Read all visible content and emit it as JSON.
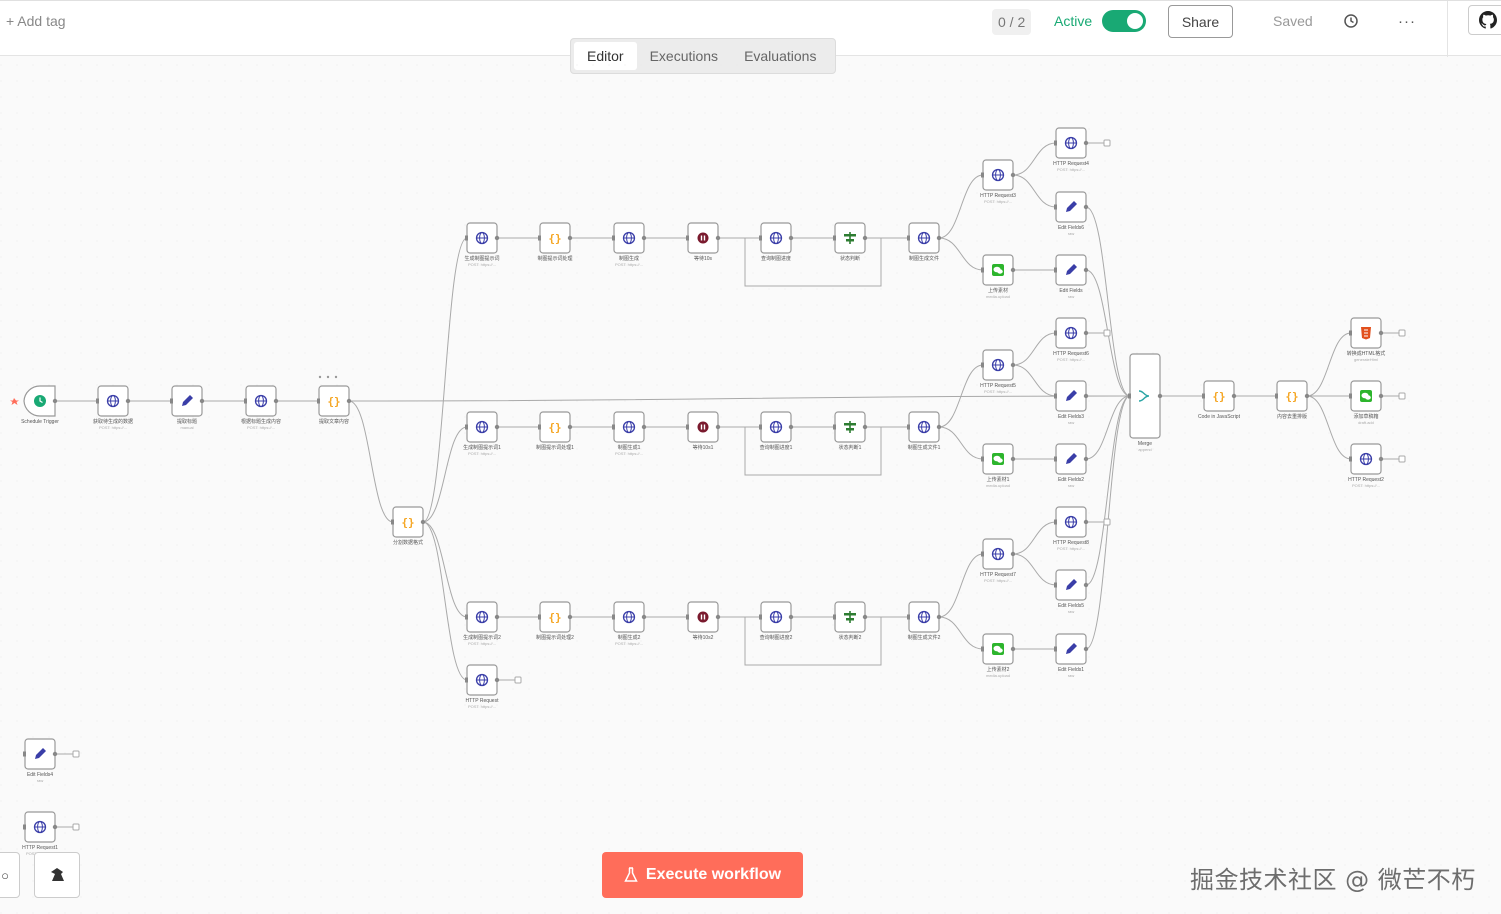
{
  "topbar": {
    "add_tag": "+ Add tag",
    "counter": "0 / 2",
    "active_label": "Active",
    "active": true,
    "share_label": "Share",
    "saved_label": "Saved",
    "more_label": "···"
  },
  "tabs": [
    {
      "label": "Editor",
      "active": true
    },
    {
      "label": "Executions",
      "active": false
    },
    {
      "label": "Evaluations",
      "active": false
    }
  ],
  "execute_label": "Execute workflow",
  "watermark": "掘金技术社区 @ 微芒不朽",
  "colors": {
    "accent": "#ff6d5a",
    "active": "#19a974",
    "http": "#3a3ea8",
    "code": "#f5a623",
    "wait": "#7a1a2e",
    "filter": "#2e7d32",
    "wechat": "#2db52d",
    "html": "#e2501d",
    "trigger": "#19a974"
  },
  "nodes": [
    {
      "id": "n1",
      "type": "trigger",
      "label": "Schedule Trigger",
      "sub": ""
    },
    {
      "id": "n2",
      "type": "http",
      "label": "获取待生成的数据",
      "sub": "POST: https://..."
    },
    {
      "id": "n3",
      "type": "edit",
      "label": "提取标题",
      "sub": "manual"
    },
    {
      "id": "n4",
      "type": "http",
      "label": "根据标题生成内容",
      "sub": "POST: https://..."
    },
    {
      "id": "n5",
      "type": "code",
      "label": "提取文章内容",
      "sub": ""
    },
    {
      "id": "n6",
      "type": "code",
      "label": "分割数据格式",
      "sub": ""
    },
    {
      "id": "a1",
      "type": "http",
      "label": "生成制图提示词",
      "sub": "POST: https://..."
    },
    {
      "id": "a2",
      "type": "code",
      "label": "制图提示词处理",
      "sub": ""
    },
    {
      "id": "a3",
      "type": "http",
      "label": "制图生成",
      "sub": "POST: https://..."
    },
    {
      "id": "a4",
      "type": "wait",
      "label": "等待10s",
      "sub": ""
    },
    {
      "id": "a5",
      "type": "http",
      "label": "查询制图进度",
      "sub": ""
    },
    {
      "id": "a6",
      "type": "filter",
      "label": "状态判断",
      "sub": ""
    },
    {
      "id": "a7",
      "type": "http",
      "label": "制图生成文件",
      "sub": ""
    },
    {
      "id": "b1",
      "type": "http",
      "label": "生成制图提示词1",
      "sub": "POST: https://..."
    },
    {
      "id": "b2",
      "type": "code",
      "label": "制图提示词处理1",
      "sub": ""
    },
    {
      "id": "b3",
      "type": "http",
      "label": "制图生成1",
      "sub": "POST: https://..."
    },
    {
      "id": "b4",
      "type": "wait",
      "label": "等待10s1",
      "sub": ""
    },
    {
      "id": "b5",
      "type": "http",
      "label": "查询制图进度1",
      "sub": ""
    },
    {
      "id": "b6",
      "type": "filter",
      "label": "状态判断1",
      "sub": ""
    },
    {
      "id": "b7",
      "type": "http",
      "label": "制图生成文件1",
      "sub": ""
    },
    {
      "id": "c1",
      "type": "http",
      "label": "生成制图提示词2",
      "sub": "POST: https://..."
    },
    {
      "id": "c2",
      "type": "code",
      "label": "制图提示词处理2",
      "sub": ""
    },
    {
      "id": "c3",
      "type": "http",
      "label": "制图生成2",
      "sub": "POST: https://..."
    },
    {
      "id": "c4",
      "type": "wait",
      "label": "等待10s2",
      "sub": ""
    },
    {
      "id": "c5",
      "type": "http",
      "label": "查询制图进度2",
      "sub": ""
    },
    {
      "id": "c6",
      "type": "filter",
      "label": "状态判断2",
      "sub": ""
    },
    {
      "id": "c7",
      "type": "http",
      "label": "制图生成文件2",
      "sub": ""
    },
    {
      "id": "hr",
      "type": "http",
      "label": "HTTP Request",
      "sub": "POST: https://..."
    },
    {
      "id": "r3",
      "type": "http",
      "label": "HTTP Request3",
      "sub": "POST: https://..."
    },
    {
      "id": "r4",
      "type": "http",
      "label": "HTTP Request4",
      "sub": "POST: https://..."
    },
    {
      "id": "e6",
      "type": "edit",
      "label": "Edit Fields6",
      "sub": "raw"
    },
    {
      "id": "w0",
      "type": "wechat",
      "label": "上传素材",
      "sub": "media.upload"
    },
    {
      "id": "ef",
      "type": "edit",
      "label": "Edit Fields",
      "sub": "raw"
    },
    {
      "id": "r5",
      "type": "http",
      "label": "HTTP Request5",
      "sub": "POST: https://..."
    },
    {
      "id": "r6",
      "type": "http",
      "label": "HTTP Request6",
      "sub": "POST: https://..."
    },
    {
      "id": "e3",
      "type": "edit",
      "label": "Edit Fields3",
      "sub": "raw"
    },
    {
      "id": "w1",
      "type": "wechat",
      "label": "上传素材1",
      "sub": "media.upload"
    },
    {
      "id": "e2",
      "type": "edit",
      "label": "Edit Fields2",
      "sub": "raw"
    },
    {
      "id": "r7",
      "type": "http",
      "label": "HTTP Request7",
      "sub": "POST: https://..."
    },
    {
      "id": "r8",
      "type": "http",
      "label": "HTTP Request8",
      "sub": "POST: https://..."
    },
    {
      "id": "e5",
      "type": "edit",
      "label": "Edit Fields5",
      "sub": "raw"
    },
    {
      "id": "w2",
      "type": "wechat",
      "label": "上传素材2",
      "sub": "media.upload"
    },
    {
      "id": "e1",
      "type": "edit",
      "label": "Edit Fields1",
      "sub": "raw"
    },
    {
      "id": "mg",
      "type": "merge",
      "label": "Merge",
      "sub": "append"
    },
    {
      "id": "js",
      "type": "code",
      "label": "Code in JavaScript",
      "sub": ""
    },
    {
      "id": "cc",
      "type": "code",
      "label": "内容去重排版",
      "sub": ""
    },
    {
      "id": "ht",
      "type": "html",
      "label": "转换成HTML格式",
      "sub": "generateHtml"
    },
    {
      "id": "w3",
      "type": "wechat",
      "label": "添加草稿箱",
      "sub": "draft.add"
    },
    {
      "id": "r2",
      "type": "http",
      "label": "HTTP Request2",
      "sub": "POST: https://..."
    },
    {
      "id": "e4",
      "type": "edit",
      "label": "Edit Fields4",
      "sub": "raw"
    },
    {
      "id": "r1",
      "type": "http",
      "label": "HTTP Request1",
      "sub": "POST: https://..."
    }
  ]
}
